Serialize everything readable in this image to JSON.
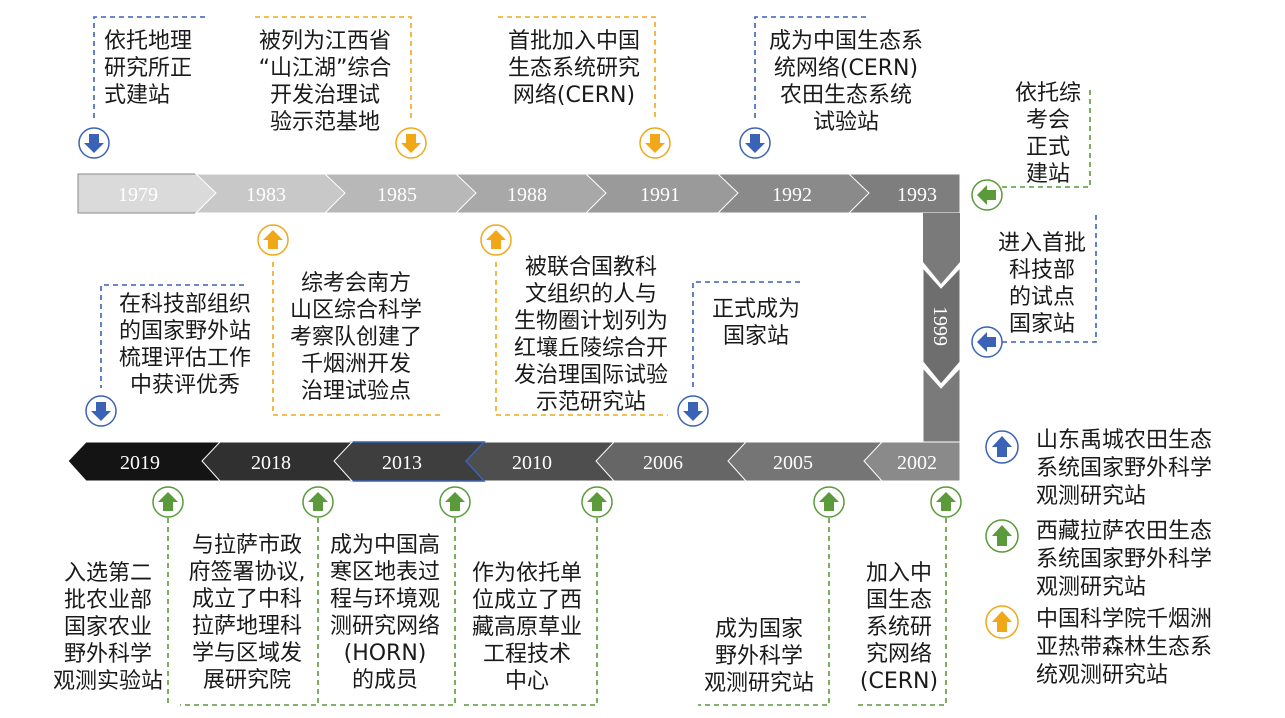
{
  "colors": {
    "blue": "#3a62b7",
    "green": "#5a9a3a",
    "orange": "#f0a818"
  },
  "timeline": {
    "years_top": [
      "1979",
      "1983",
      "1985",
      "1988",
      "1991",
      "1992",
      "1993"
    ],
    "year_vertical": "1999",
    "years_bottom": [
      "2019",
      "2018",
      "2013",
      "2010",
      "2006",
      "2005",
      "2002"
    ]
  },
  "events": {
    "e1979": "依托地理\n研究所正\n式建站",
    "e1985": "被列为江西省\n“山江湖”综合\n开发治理试\n验示范基地",
    "e1991": "首批加入中国\n生态系统研究\n网络(CERN)",
    "e1992": "成为中国生态系\n统网络(CERN)\n农田生态系统\n试验站",
    "e1993": "依托综\n考会\n正式\n建站",
    "e1999": "进入首批\n科技部\n的试点\n国家站",
    "e1983": "综考会南方\n山区综合科学\n考察队创建了\n千烟洲开发\n治理试验点",
    "e1988": "被联合国教科\n文组织的人与\n生物圈计划列为\n红壤丘陵综合开\n发治理国际试验\n示范研究站",
    "e2006a": "正式成为\n国家站",
    "e2019a": "在科技部组织\n的国家野外站\n梳理评估工作\n中获评优秀",
    "e2019b": "入选第二\n批农业部\n国家农业\n野外科学\n观测实验站",
    "e2018": "与拉萨市政\n府签署协议,\n成立了中科\n拉萨地理科\n学与区域发\n展研究院",
    "e2013": "成为中国高\n寒区地表过\n程与环境观\n测研究网络\n(HORN)\n的成员",
    "e2010": "作为依托单\n位成立了西\n藏高原草业\n工程技术\n中心",
    "e2005": "成为国家\n野外科学\n观测研究站",
    "e2002": "加入中\n国生态\n系统研\n究网络\n(CERN)"
  },
  "legend": [
    {
      "color": "blue",
      "icon": "blue-arrow-icon",
      "text": "山东禹城农田生态\n系统国家野外科学\n观测研究站"
    },
    {
      "color": "green",
      "icon": "green-arrow-icon",
      "text": "西藏拉萨农田生态\n系统国家野外科学\n观测研究站"
    },
    {
      "color": "orange",
      "icon": "orange-arrow-icon",
      "text": "中国科学院千烟洲\n亚热带森林生态系\n统观测研究站"
    }
  ]
}
